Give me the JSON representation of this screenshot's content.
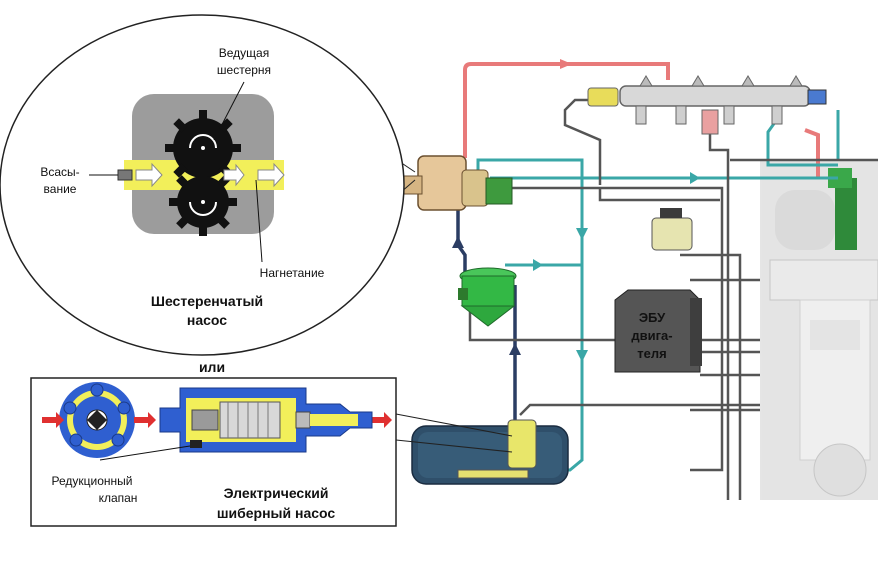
{
  "labels": {
    "drive_gear_line1": "Ведущая",
    "drive_gear_line2": "шестерня",
    "suction_line1": "Всасы-",
    "suction_line2": "вание",
    "discharge": "Нагнетание",
    "gear_pump_line1": "Шестеренчатый",
    "gear_pump_line2": "насос",
    "or": "или",
    "reducing_valve_line1": "Редукционный",
    "reducing_valve_line2": "клапан",
    "electric_pump_line1": "Электрический",
    "electric_pump_line2": "шиберный насос",
    "ecu_line1": "ЭБУ",
    "ecu_line2": "двига-",
    "ecu_line3": "теля"
  },
  "colors": {
    "high_pressure_line": "#e87a7a",
    "low_pressure_line": "#3aa7a7",
    "fuel_yellow": "#f2ef5a",
    "pump_blue": "#2f5fd0",
    "tank_dark": "#2f4f6a",
    "filter_green": "#2fb83a"
  }
}
